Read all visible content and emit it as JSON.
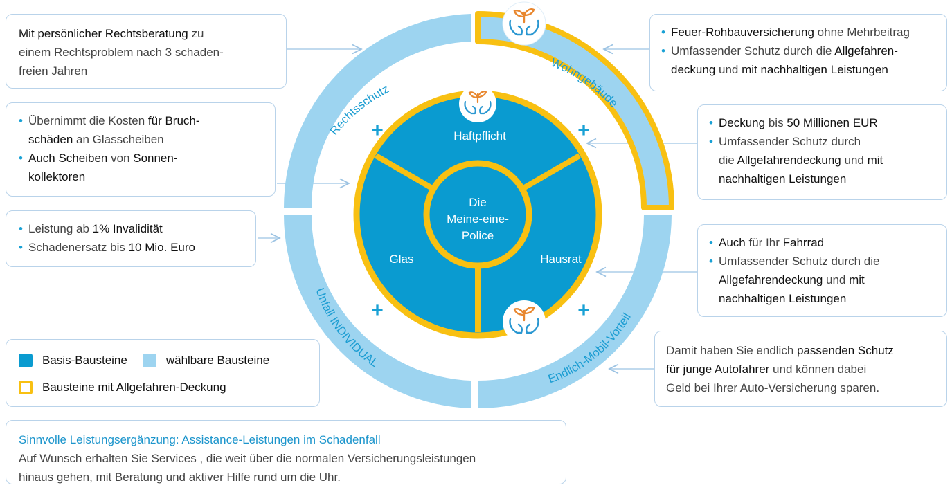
{
  "colors": {
    "basis": "#0a9bd0",
    "optional": "#9dd4f0",
    "allgefahren": "#f8c012",
    "accent": "#19a1d5",
    "icon_green": "#e8872f",
    "icon_blue": "#2a97d1"
  },
  "center": {
    "line1": "Die",
    "line2": "Meine-eine-",
    "line3": "Police"
  },
  "inner_segments": {
    "top": "Haftpflicht",
    "left": "Glas",
    "right": "Hausrat"
  },
  "outer_segments": {
    "rechtsschutz": "Rechtsschutz",
    "wohngebaeude": "Wohngebäude",
    "unfall": "Unfall INDIVIDUAL",
    "endlich_mobil": "Endlich-Mobil-Vorteil"
  },
  "icons": [
    "plant-hands-icon",
    "plant-hands-icon",
    "plant-hands-icon"
  ],
  "plus_sign": "+",
  "boxes": {
    "rechtsschutz": {
      "b1": "Mit persönlicher Rechtsberatung",
      "t1": " zu",
      "t2": "einem Rechtsproblem nach 3 schaden-",
      "t3": "freien Jahren"
    },
    "glas": {
      "i1_a": "Übernimmt die Kosten ",
      "i1_b": "für Bruch-",
      "i1_c": "schäden",
      "i1_d": " an Glasscheiben",
      "i2_a": "Auch Scheiben",
      "i2_b": " von ",
      "i2_c": "Sonnen-",
      "i2_d": "kollektoren"
    },
    "unfall": {
      "i1_a": "Leistung ab ",
      "i1_b": "1% Invalidität",
      "i2_a": "Schadenersatz bis ",
      "i2_b": "10 Mio. Euro"
    },
    "wohngebaeude": {
      "i1_a": "Feuer-Rohbauversicherung",
      "i1_b": " ohne Mehrbeitrag",
      "i2_a": "Umfassender Schutz durch die ",
      "i2_b": "Allgefahren-",
      "i2_c": "deckung",
      "i2_d": " und ",
      "i2_e": "mit nachhaltigen Leistungen"
    },
    "haftpflicht": {
      "i1_a": "Deckung",
      "i1_b": " bis ",
      "i1_c": "50 Millionen EUR",
      "i2_a": "Umfassender Schutz durch",
      "i2_b": "die ",
      "i2_c": "Allgefahrendeckung",
      "i2_d": " und ",
      "i2_e": "mit",
      "i2_f": "nachhaltigen Leistungen"
    },
    "hausrat": {
      "i1_a": "Auch",
      "i1_b": " für Ihr ",
      "i1_c": "Fahrrad",
      "i2_a": "Umfassender Schutz durch die",
      "i2_b": "Allgefahrendeckung",
      "i2_c": " und ",
      "i2_d": "mit",
      "i2_e": "nachhaltigen Leistungen"
    },
    "endlich_mobil": {
      "t1": "Damit haben Sie endlich ",
      "b1": "passenden Schutz",
      "b2": "für junge Autofahrer",
      "t2": " und können dabei",
      "t3": "Geld bei Ihrer Auto-Versicherung sparen."
    }
  },
  "legend": {
    "basis": "Basis-Bausteine",
    "optional": "wählbare Bausteine",
    "allgefahren": "Bausteine mit Allgefahren-Deckung"
  },
  "assistance": {
    "title": "Sinnvolle Leistungsergänzung: Assistance-Leistungen im Schadenfall",
    "line1": "Auf Wunsch erhalten Sie Services , die weit über die normalen Versicherungsleistungen",
    "line2": "hinaus gehen, mit Beratung und aktiver Hilfe rund um die Uhr."
  }
}
